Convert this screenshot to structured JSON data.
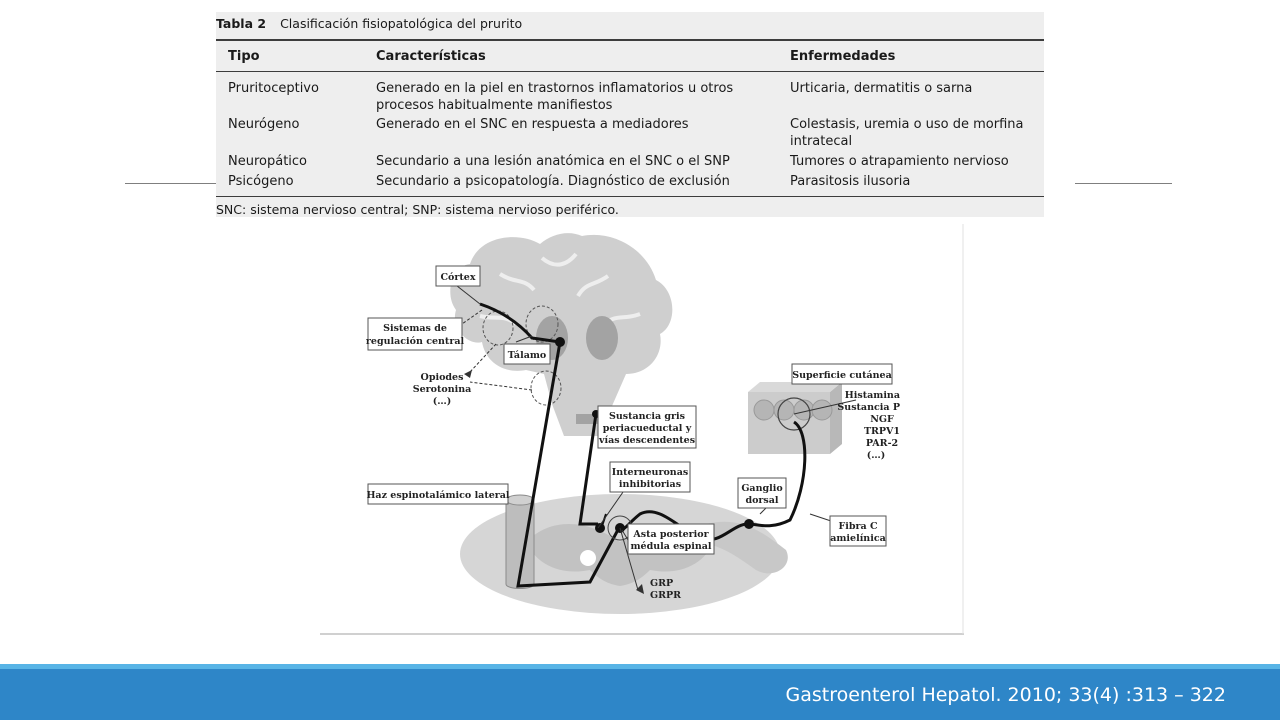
{
  "table": {
    "number": "Tabla 2",
    "title": "Clasificación fisiopatológica del prurito",
    "headers": [
      "Tipo",
      "Características",
      "Enfermedades"
    ],
    "rows": [
      {
        "tipo": "Pruritoceptivo",
        "car1": "Generado en la piel en trastornos inflamatorios u otros",
        "car2": "procesos habitualmente manifiestos",
        "enf1": "Urticaria, dermatitis o sarna",
        "enf2": ""
      },
      {
        "tipo": "Neurógeno",
        "car1": "Generado en el SNC en respuesta a mediadores",
        "car2": "",
        "enf1": "Colestasis, uremia o uso de morfina",
        "enf2": "intratecal"
      },
      {
        "tipo": "Neuropático",
        "car1": "Secundario a una lesión anatómica en el SNC o el SNP",
        "car2": "",
        "enf1": "Tumores o atrapamiento nervioso",
        "enf2": ""
      },
      {
        "tipo": "Psicógeno",
        "car1": "Secundario a psicopatología. Diagnóstico de exclusión",
        "car2": "",
        "enf1": "Parasitosis ilusoria",
        "enf2": ""
      }
    ],
    "footnote": "SNC: sistema nervioso central; SNP: sistema nervioso periférico."
  },
  "diagram": {
    "cortex": "Córtex",
    "sistemas1": "Sistemas de",
    "sistemas2": "regulación central",
    "talamo": "Tálamo",
    "opiodes1": "Opiodes",
    "opiodes2": "Serotonina",
    "opiodes3": "(…)",
    "sustancia1": "Sustancia gris",
    "sustancia2": "periacueductal y",
    "sustancia3": "vías descendentes",
    "superficie": "Superficie cutánea",
    "mediadores": [
      "Histamina",
      "Sustancia P",
      "NGF",
      "TRPV1",
      "PAR-2",
      "(…)"
    ],
    "interneuronas1": "Interneuronas",
    "interneuronas2": "inhibitorias",
    "ganglio1": "Ganglio",
    "ganglio2": "dorsal",
    "haz": "Haz espinotalámico lateral",
    "asta1": "Asta posterior",
    "asta2": "médula espinal",
    "fibra1": "Fibra C",
    "fibra2": "amielínica",
    "grp1": "GRP",
    "grp2": "GRPR"
  },
  "citation": "Gastroenterol Hepatol. 2010; 33(4) :313 – 322"
}
